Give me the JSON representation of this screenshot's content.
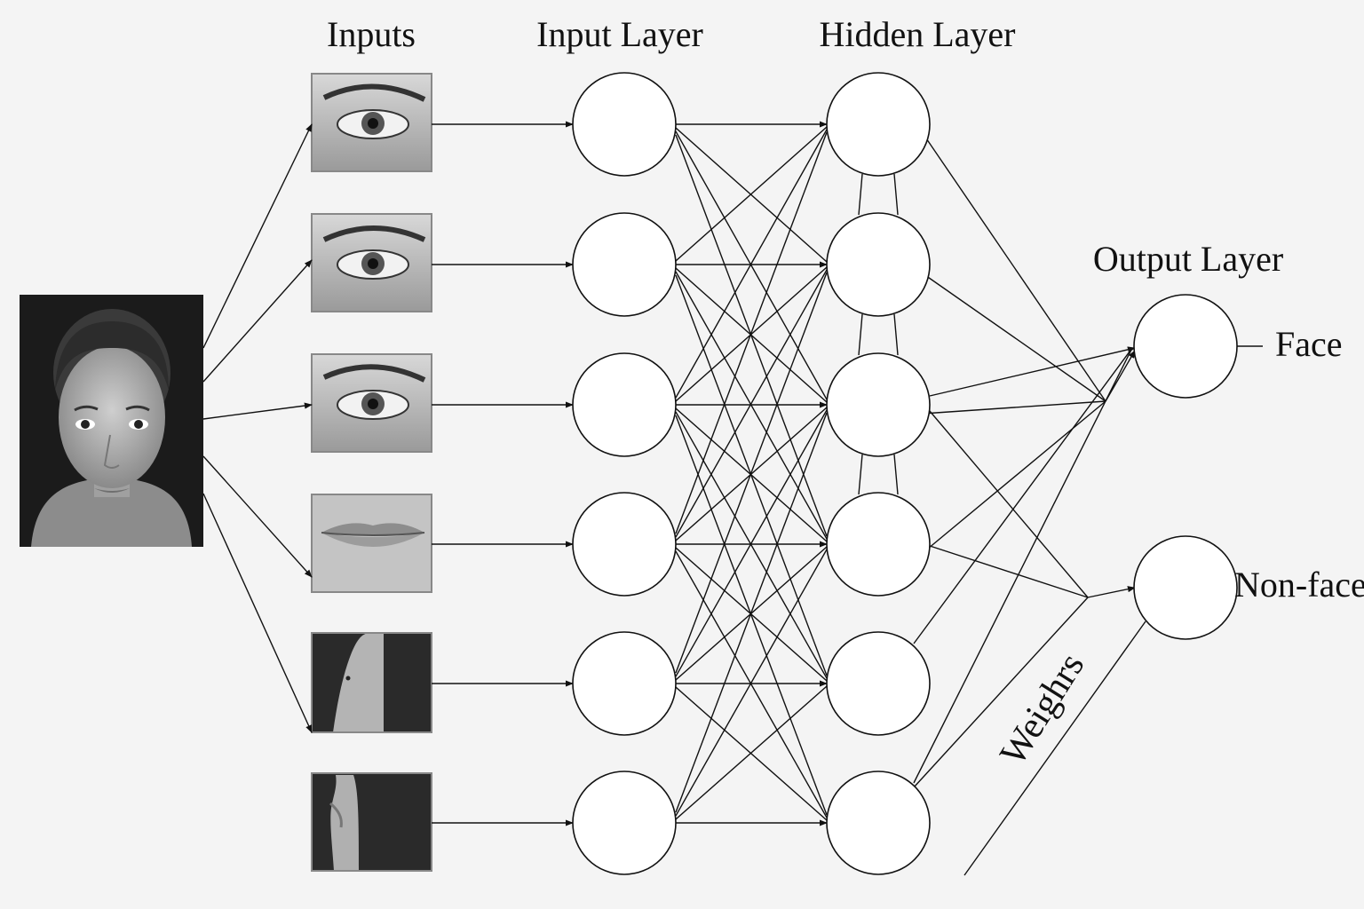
{
  "titles": {
    "inputs": "Inputs",
    "input_layer": "Input Layer",
    "hidden_layer": "Hidden Layer",
    "output_layer": "Output Layer"
  },
  "outputs": {
    "face": "Face",
    "non_face": "Non-face"
  },
  "weights_label": "Weighrs",
  "input_images": [
    "right-eye-image",
    "left-eye-image",
    "eye-image",
    "mouth-image",
    "body-part-image",
    "finger-image"
  ],
  "colors": {
    "ink": "#111111",
    "background": "#f4f4f4",
    "node_fill": "#ffffff"
  }
}
